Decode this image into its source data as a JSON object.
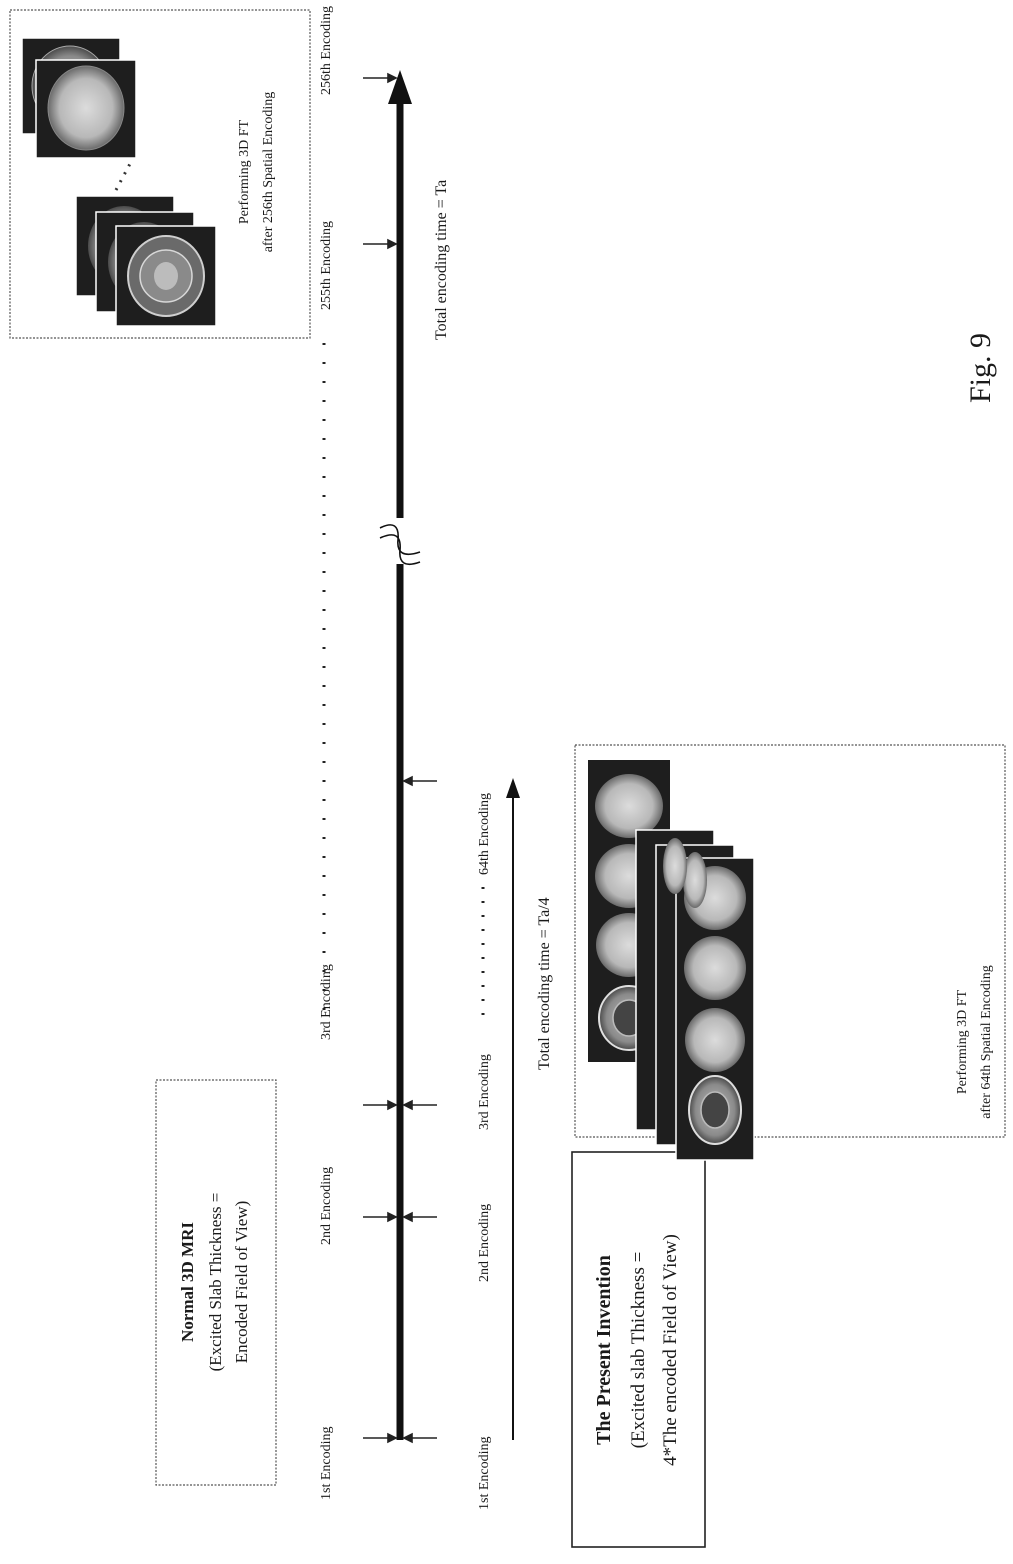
{
  "normal_label": {
    "title": "Normal 3D MRI",
    "line2": "(Excited Slab Thickness =",
    "line3": "Encoded Field of View)"
  },
  "normal_encodings": {
    "e1": "1st Encoding",
    "e2": "2nd Encoding",
    "e3": "3rd Encoding",
    "e255": "255th Encoding",
    "e256": "256th Encoding"
  },
  "normal_total": "Total encoding time = Ta",
  "normal_ft": {
    "line1": "Performing 3D FT",
    "line2": "after 256th Spatial Encoding"
  },
  "invention_label": {
    "title": "The Present Invention",
    "line2": "(Excited slab Thickness =",
    "line3": "4*The encoded Field of View)"
  },
  "invention_encodings": {
    "e1": "1st Encoding",
    "e2": "2nd Encoding",
    "e3": "3rd Encoding",
    "e64": "64th Encoding"
  },
  "invention_total": "Total encoding time = Ta/4",
  "invention_ft": {
    "line1": "Performing 3D FT",
    "line2": "after 64th Spatial Encoding"
  },
  "figure_label": "Fig. 9"
}
